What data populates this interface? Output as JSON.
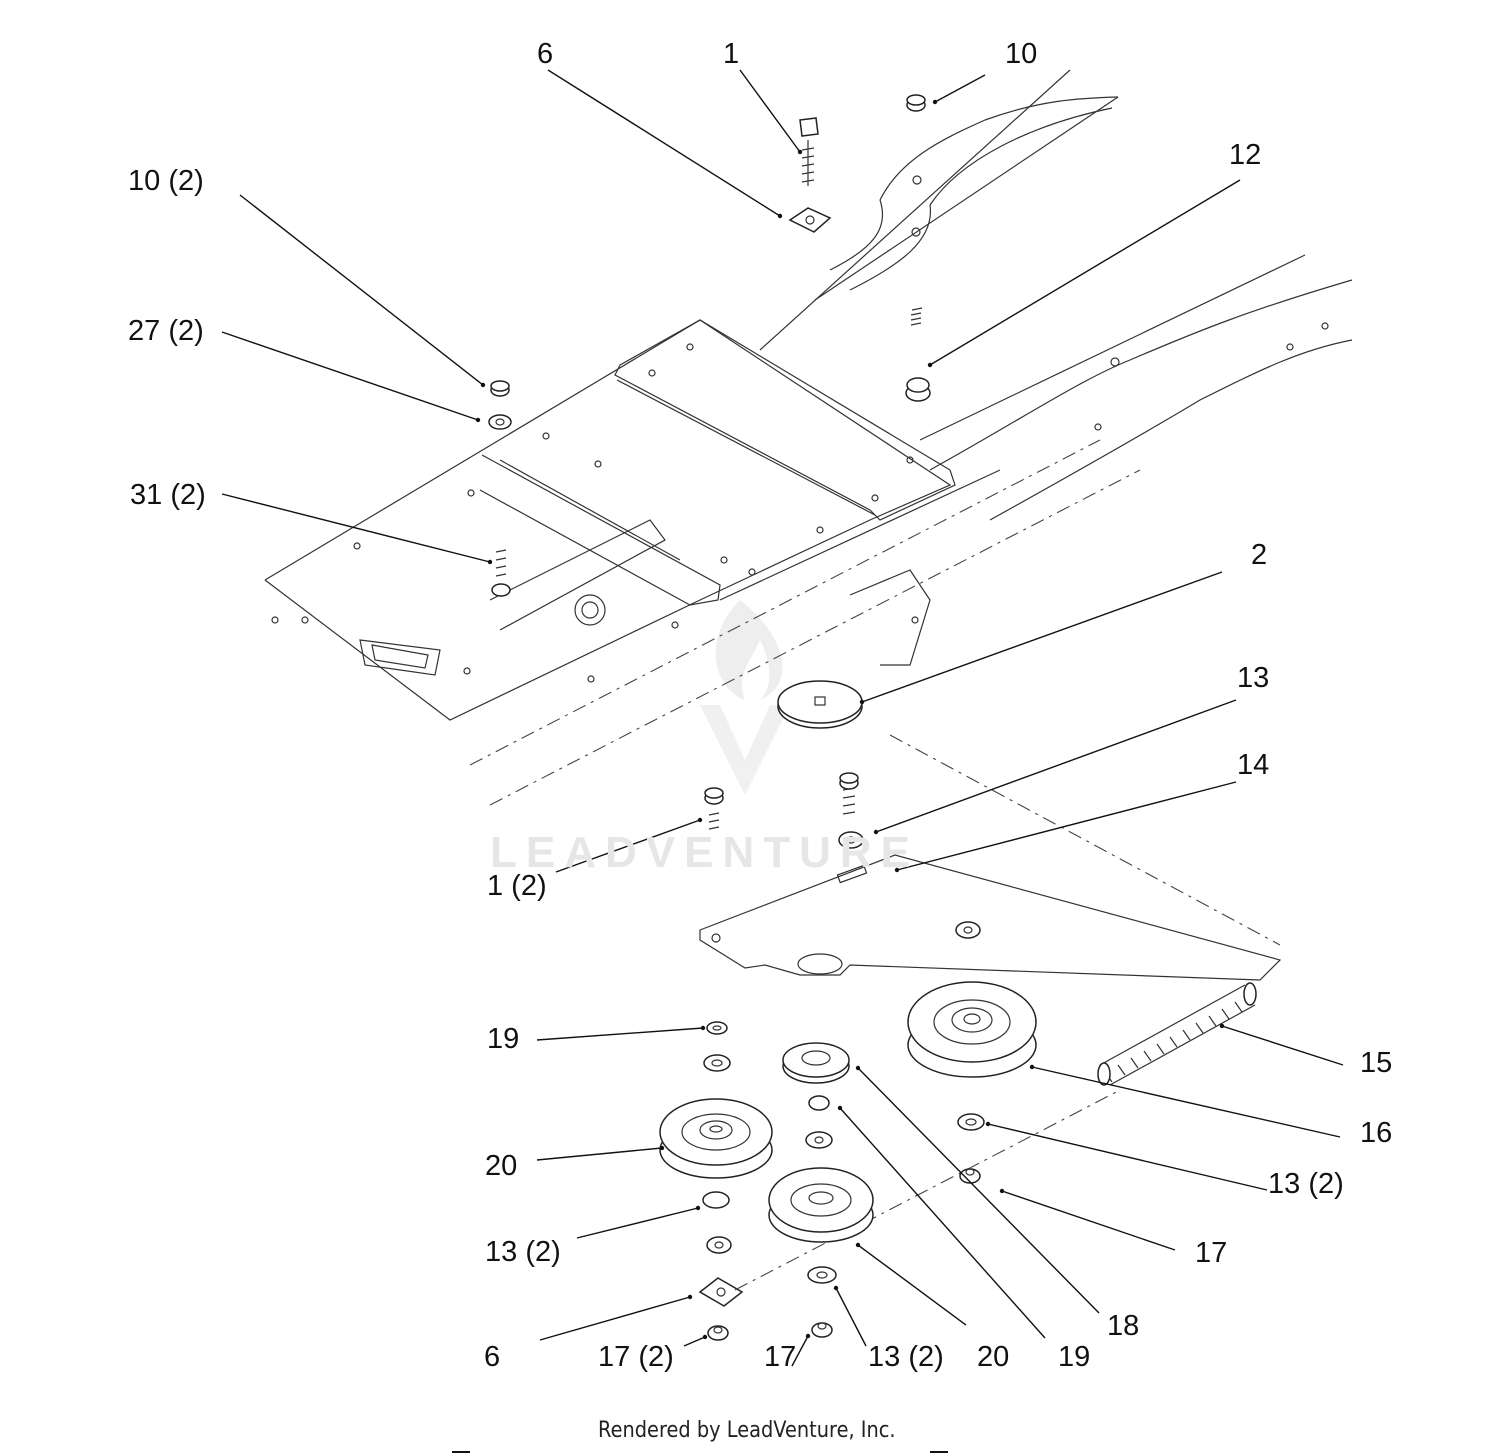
{
  "callouts": [
    {
      "id": "c6-top",
      "text": "6"
    },
    {
      "id": "c1-top",
      "text": "1"
    },
    {
      "id": "c10-top",
      "text": "10"
    },
    {
      "id": "c12",
      "text": "12"
    },
    {
      "id": "c10x2",
      "text": "10 (2)"
    },
    {
      "id": "c27x2",
      "text": "27 (2)"
    },
    {
      "id": "c31x2",
      "text": "31 (2)"
    },
    {
      "id": "c2",
      "text": "2"
    },
    {
      "id": "c13",
      "text": "13"
    },
    {
      "id": "c14",
      "text": "14"
    },
    {
      "id": "c1x2",
      "text": "1 (2)"
    },
    {
      "id": "c15",
      "text": "15"
    },
    {
      "id": "c16",
      "text": "16"
    },
    {
      "id": "c19-left",
      "text": "19"
    },
    {
      "id": "c20-left",
      "text": "20"
    },
    {
      "id": "c13x2-right",
      "text": "13 (2)"
    },
    {
      "id": "c17-right",
      "text": "17"
    },
    {
      "id": "c13x2-left",
      "text": "13 (2)"
    },
    {
      "id": "c18",
      "text": "18"
    },
    {
      "id": "c6-bottom",
      "text": "6"
    },
    {
      "id": "c17x2",
      "text": "17 (2)"
    },
    {
      "id": "c17-bottom",
      "text": "17"
    },
    {
      "id": "c13x2-bottom",
      "text": "13 (2)"
    },
    {
      "id": "c20-bottom",
      "text": "20"
    },
    {
      "id": "c19-bottom",
      "text": "19"
    }
  ],
  "footer": "Rendered by LeadVenture, Inc.",
  "watermark": "LEADVENTURE"
}
